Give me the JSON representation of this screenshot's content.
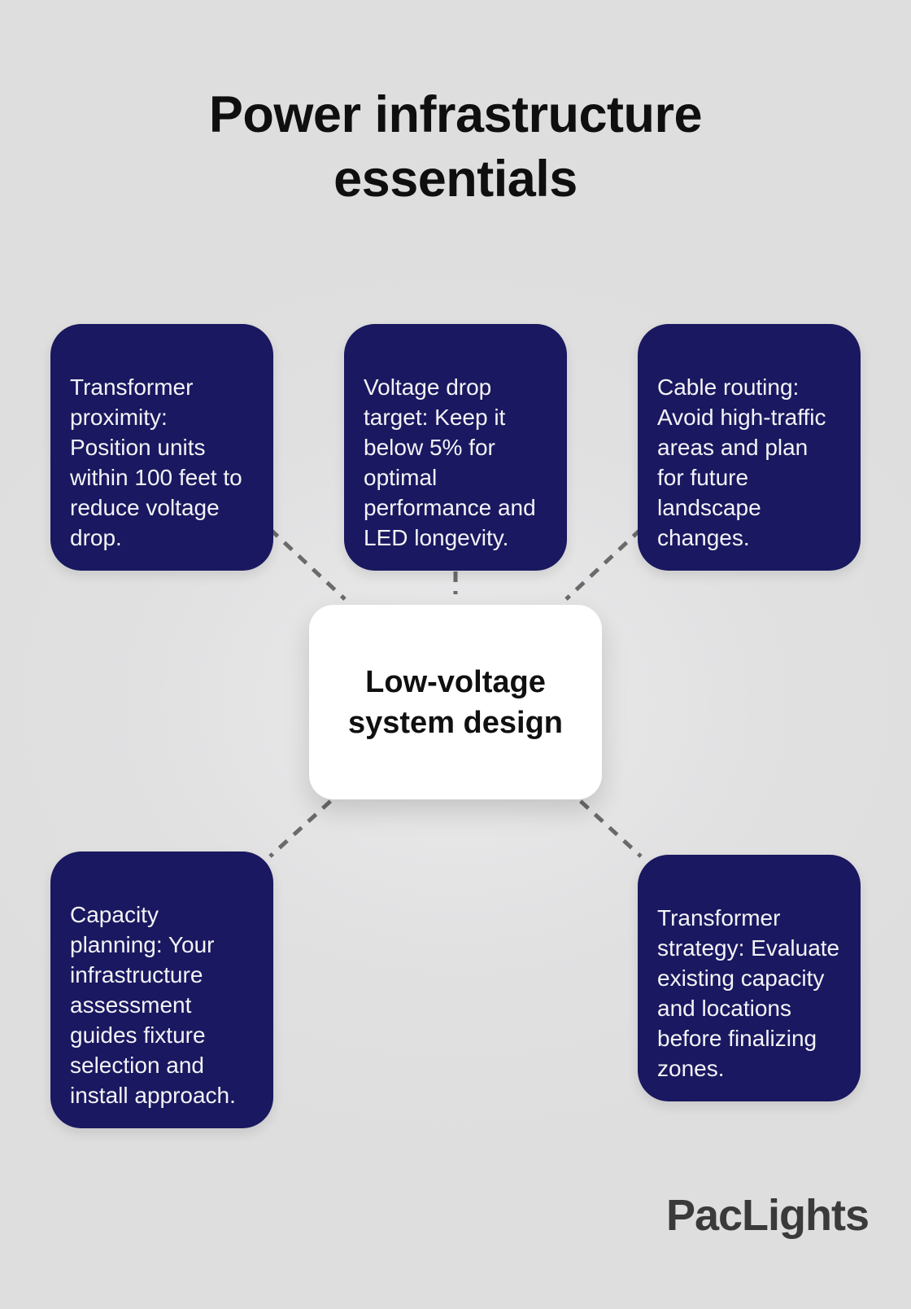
{
  "title": "Power infrastructure\nessentials",
  "hub": {
    "label": "Low-voltage\nsystem design"
  },
  "nodes": [
    {
      "id": "transformer-proximity",
      "text": "Transformer\nproximity:\nPosition units\nwithin 100 feet to\nreduce voltage\ndrop."
    },
    {
      "id": "voltage-drop-target",
      "text": "Voltage drop\ntarget: Keep it\nbelow 5% for\noptimal\nperformance and\nLED longevity."
    },
    {
      "id": "cable-routing",
      "text": "Cable routing:\nAvoid high-traffic\nareas and plan\nfor future\nlandscape\nchanges."
    },
    {
      "id": "capacity-planning",
      "text": "Capacity\nplanning: Your\ninfrastructure\nassessment\nguides fixture\nselection and\ninstall approach."
    },
    {
      "id": "transformer-strategy",
      "text": "Transformer\nstrategy: Evaluate\nexisting capacity\nand locations\nbefore finalizing\nzones."
    }
  ],
  "logo": "PacLights",
  "colors": {
    "background": "#dedede",
    "node_fill": "#1a1860",
    "node_text": "#f3f3f6",
    "hub_fill": "#ffffff",
    "hub_text": "#101010",
    "connector": "#6a6a6a",
    "title_text": "#0f0f0f",
    "logo_text": "#3a3a3a"
  }
}
